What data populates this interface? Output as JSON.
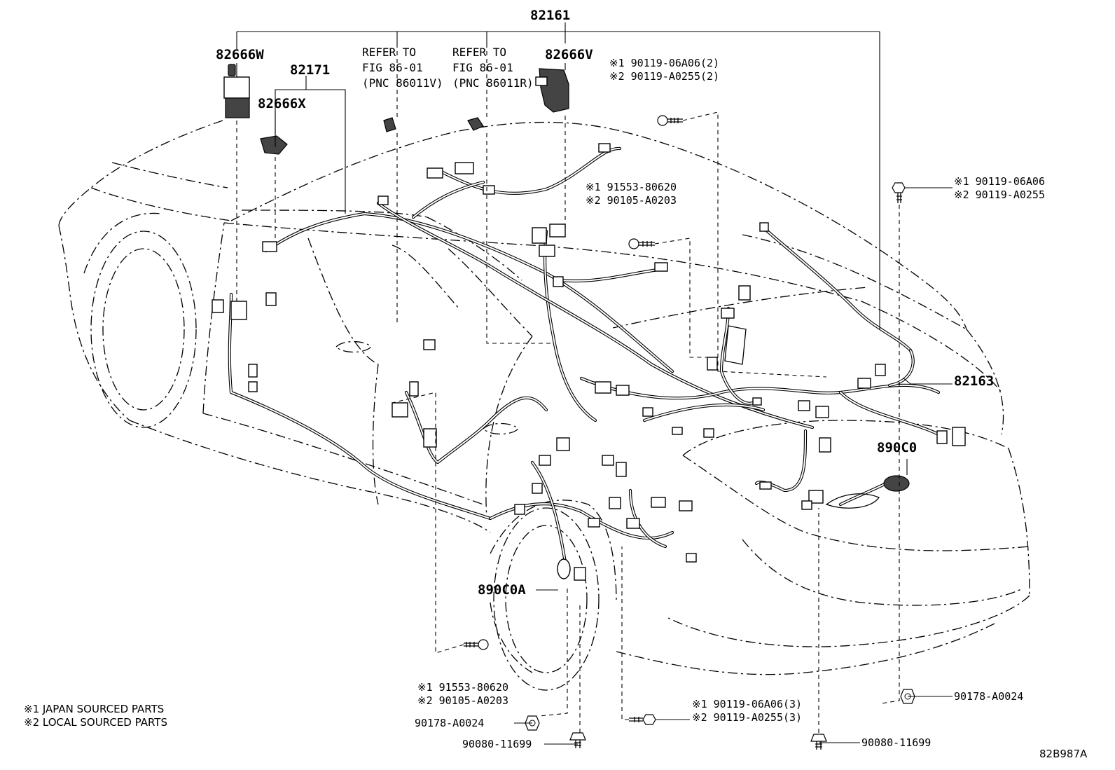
{
  "callouts": {
    "p82161": "82161",
    "p82666w": "82666W",
    "p82171": "82171",
    "p82666x": "82666X",
    "p82666v": "82666V",
    "p82163": "82163",
    "p890c0": "890C0",
    "p890c0a": "890C0A"
  },
  "refer": {
    "left": {
      "line1": "REFER TO",
      "line2": "FIG 86-01",
      "line3": "(PNC 86011V)"
    },
    "right": {
      "line1": "REFER TO",
      "line2": "FIG 86-01",
      "line3": "(PNC 86011R)"
    }
  },
  "bolts": {
    "top_center": {
      "l1": "※1 90119-06A06(2)",
      "l2": "※2 90119-A0255(2)"
    },
    "mid_center": {
      "l1": "※1 91553-80620",
      "l2": "※2 90105-A0203"
    },
    "right_upper": {
      "l1": "※1 90119-06A06",
      "l2": "※2 90119-A0255"
    },
    "bottom_left": {
      "l1": "※1 91553-80620",
      "l2": "※2 90105-A0203"
    },
    "bottom_mid": {
      "l1": "※1 90119-06A06(3)",
      "l2": "※2 90119-A0255(3)"
    },
    "nut_left": "90178-A0024",
    "nut_right": "90178-A0024",
    "screw_left": "90080-11699",
    "screw_right": "90080-11699"
  },
  "legend": {
    "line1": "※1 JAPAN SOURCED PARTS",
    "line2": "※2 LOCAL SOURCED PARTS"
  },
  "figure_id": "82B987A"
}
